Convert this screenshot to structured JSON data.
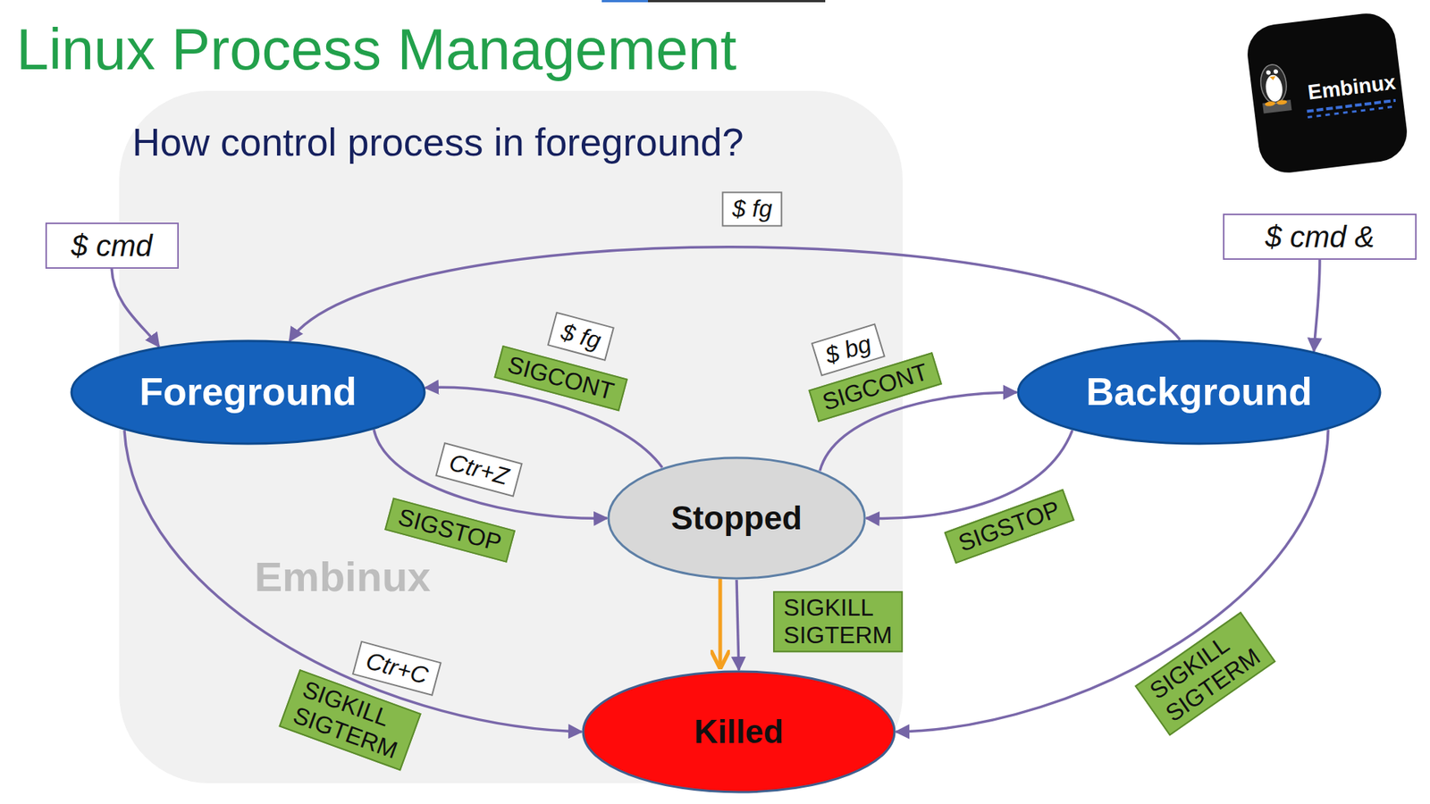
{
  "diagram": {
    "title": "Linux Process Management",
    "nodes": [
      {
        "text": [
          "$ cmd"
        ]
      },
      {
        "text": [
          "$ cmd &"
        ]
      },
      {
        "text": [
          "Foreground"
        ]
      },
      {
        "text": [
          "Background"
        ]
      },
      {
        "text": [
          "Stopped"
        ]
      },
      {
        "text": [
          "Killed"
        ]
      }
    ],
    "edges": [
      {
        "from": 0,
        "to": 2,
        "arrow": "to"
      },
      {
        "from": 1,
        "to": 3,
        "arrow": "to"
      },
      {
        "from": 3,
        "to": 2,
        "label": "$ fg",
        "arrow": "to"
      },
      {
        "from": 4,
        "to": 2,
        "label": "SIGCONT",
        "arrow": "to"
      },
      {
        "from": 2,
        "to": 4,
        "label": "SIGSTOP",
        "arrow": "to"
      },
      {
        "from": 4,
        "to": 3,
        "label": "SIGCONT",
        "arrow": "to"
      },
      {
        "from": 3,
        "to": 4,
        "label": "SIGSTOP",
        "arrow": "to"
      },
      {
        "from": 4,
        "to": 5,
        "label": "SIGKILL SIGTERM",
        "arrow": "to"
      },
      {
        "from": 2,
        "to": 5,
        "label": "SIGKILL SIGTERM",
        "arrow": "to"
      },
      {
        "from": 3,
        "to": 5,
        "label": "SIGKILL SIGTERM",
        "arrow": "to"
      }
    ],
    "labels": [
      "How control process in foreground?",
      "Embinux",
      "Embinux",
      "$ fg",
      "Ctr+Z",
      "$ bg",
      "Ctr+C"
    ]
  }
}
